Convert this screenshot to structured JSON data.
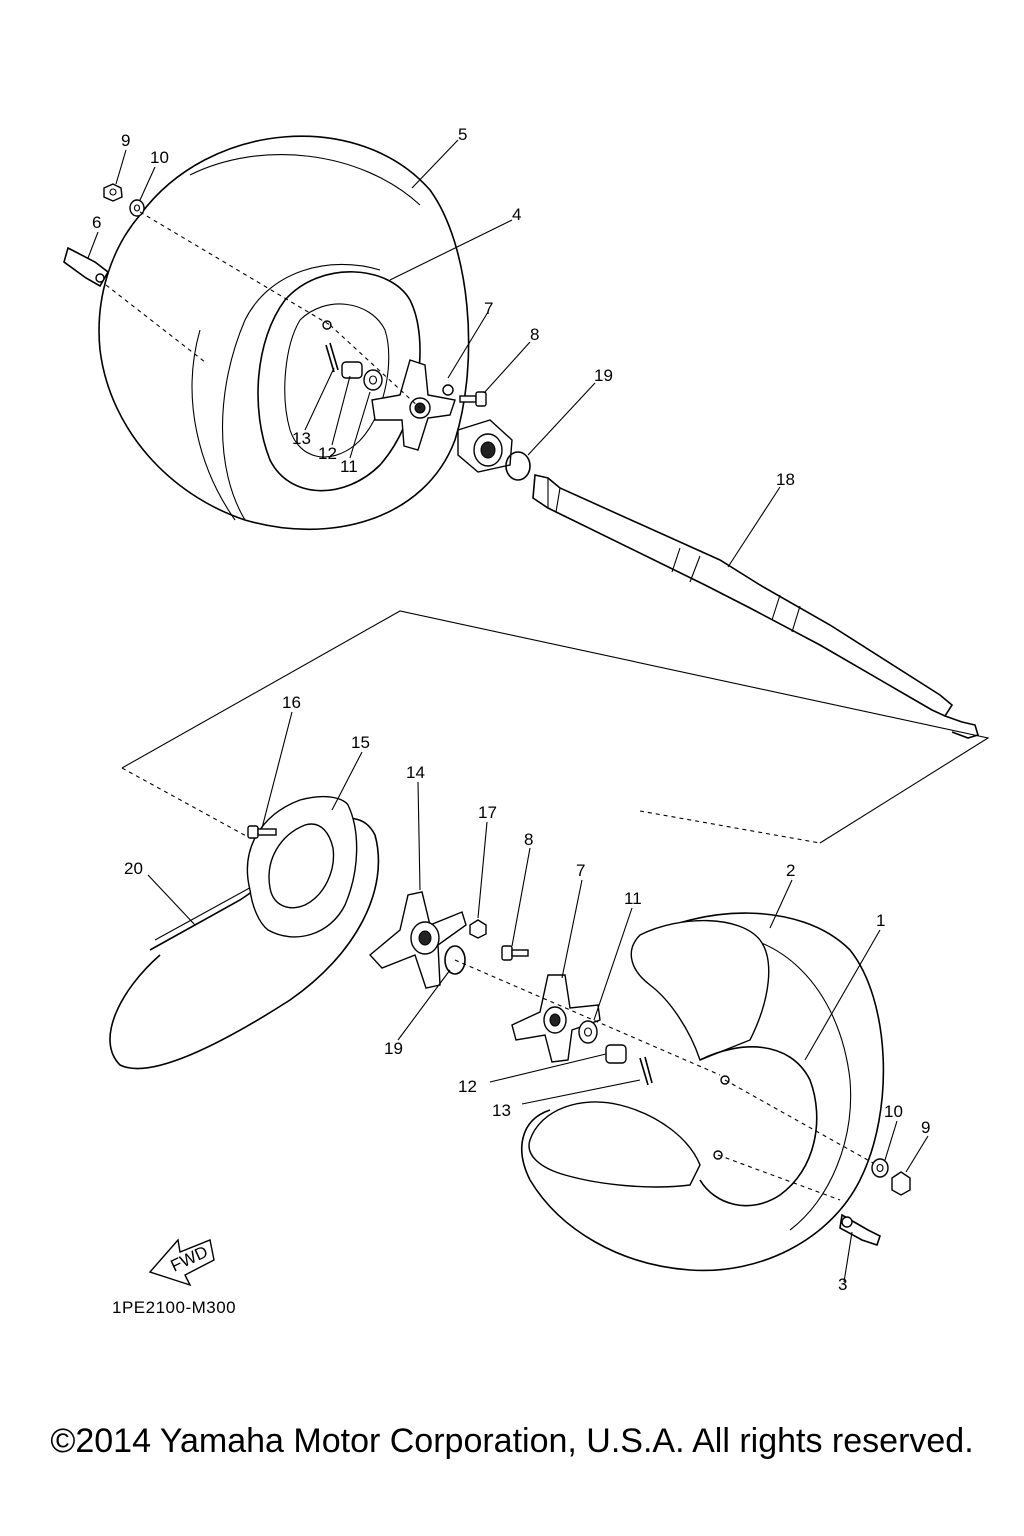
{
  "figure_code": "1PE2100-M300",
  "copyright": "©2014 Yamaha Motor Corporation, U.S.A. All rights reserved.",
  "fwd_label": "FWD",
  "callouts": {
    "c9a": "9",
    "c10a": "10",
    "c6": "6",
    "c5": "5",
    "c4": "4",
    "c7a": "7",
    "c8a": "8",
    "c19a": "19",
    "c13a": "13",
    "c12a": "12",
    "c11a": "11",
    "c18": "18",
    "c16": "16",
    "c15": "15",
    "c14": "14",
    "c17": "17",
    "c8b": "8",
    "c7b": "7",
    "c11b": "11",
    "c2": "2",
    "c1": "1",
    "c20": "20",
    "c19b": "19",
    "c12b": "12",
    "c13b": "13",
    "c10b": "10",
    "c9b": "9",
    "c3": "3"
  }
}
